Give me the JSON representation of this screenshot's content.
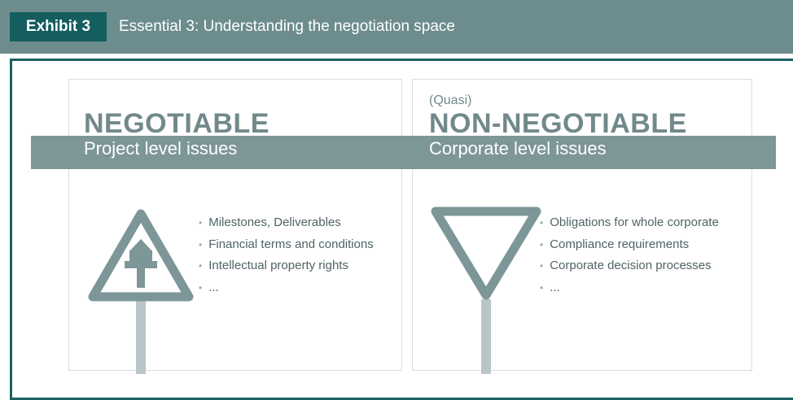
{
  "header": {
    "exhibit_label": "Exhibit 3",
    "title": "Essential 3: Understanding the negotiation space"
  },
  "left_panel": {
    "heading": "NEGOTIABLE",
    "band_label": "Project level issues",
    "sign_icon": "priority-road-ahead-warning-sign",
    "bullets": [
      "Milestones, Deliverables",
      "Financial terms and conditions",
      "Intellectual property rights",
      "..."
    ]
  },
  "right_panel": {
    "prefix": "(Quasi)",
    "heading": "NON-NEGOTIABLE",
    "band_label": "Corporate level issues",
    "sign_icon": "yield-sign",
    "bullets": [
      "Obligations for whole corporate",
      "Compliance requirements",
      "Corporate decision processes",
      "..."
    ]
  },
  "colors": {
    "header_bar": "#6d8c8e",
    "exhibit_tag": "#155e5f",
    "frame_border": "#1d6162",
    "band": "#7d9698",
    "sign_stroke": "#7d9698",
    "sign_post": "#b9c6c7"
  }
}
